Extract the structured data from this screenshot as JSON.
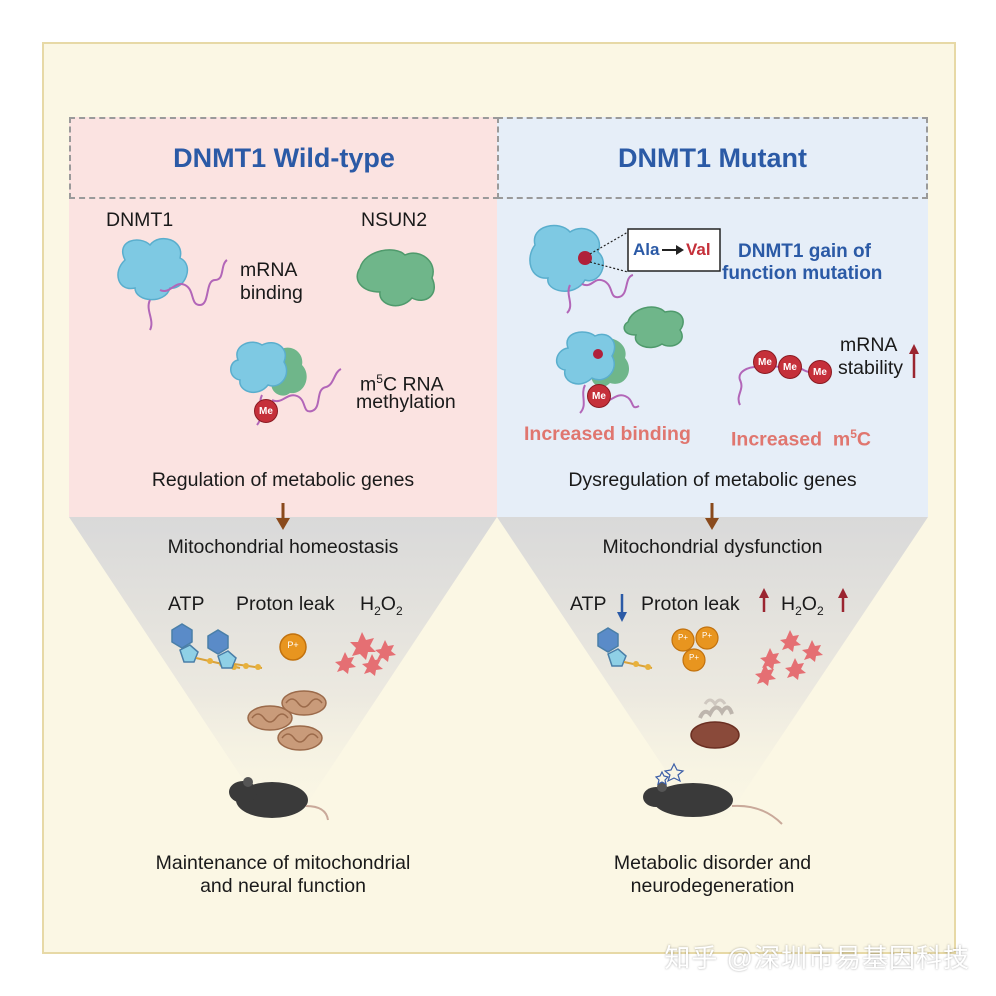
{
  "left": {
    "header": "DNMT1 Wild-type",
    "dnmt1_label": "DNMT1",
    "nsun2_label": "NSUN2",
    "mrna_binding_1": "mRNA",
    "mrna_binding_2": "binding",
    "m5c_1_pre": "m",
    "m5c_1_sup": "5",
    "m5c_1_post": "C RNA",
    "m5c_2": "methylation",
    "me_label": "Me",
    "regulation": "Regulation of metabolic genes",
    "mito": "Mitochondrial homeostasis",
    "atp": "ATP",
    "proton_leak": "Proton leak",
    "h2o2_pre": "H",
    "h2o2_sub1": "2",
    "h2o2_mid": "O",
    "h2o2_sub2": "2",
    "proton_ball": "P+",
    "outcome_1": "Maintenance of mitochondrial",
    "outcome_2": "and neural function"
  },
  "right": {
    "header": "DNMT1 Mutant",
    "ala": "Ala",
    "val": "Val",
    "gof_1": "DNMT1 gain of",
    "gof_2": "function mutation",
    "me_label": "Me",
    "mrna_stab_1": "mRNA",
    "mrna_stab_2": "stability",
    "increased_binding": "Increased binding",
    "increased_m5c_pre": "Increased  m",
    "increased_m5c_sup": "5",
    "increased_m5c_post": "C",
    "dysregulation": "Dysregulation of metabolic genes",
    "mito": "Mitochondrial dysfunction",
    "atp": "ATP",
    "proton_leak": "Proton leak",
    "h2o2_pre": "H",
    "h2o2_sub1": "2",
    "h2o2_mid": "O",
    "h2o2_sub2": "2",
    "proton_ball": "P+",
    "outcome_1": "Metabolic disorder and",
    "outcome_2": "neurodegeneration"
  },
  "watermark": "知乎 @深圳市易基因科技",
  "colors": {
    "frame_bg": "#fbf7e4",
    "left_bg": "#fbe3e1",
    "right_bg": "#e6eef8",
    "header_text": "#2b5aa6",
    "accent_red": "#e0766f",
    "arrow_brown": "#8a4a1c",
    "dnmt1_blue": "#7ec9e3",
    "nsun2_green": "#6fb68a",
    "rna_purple": "#b266b8"
  }
}
